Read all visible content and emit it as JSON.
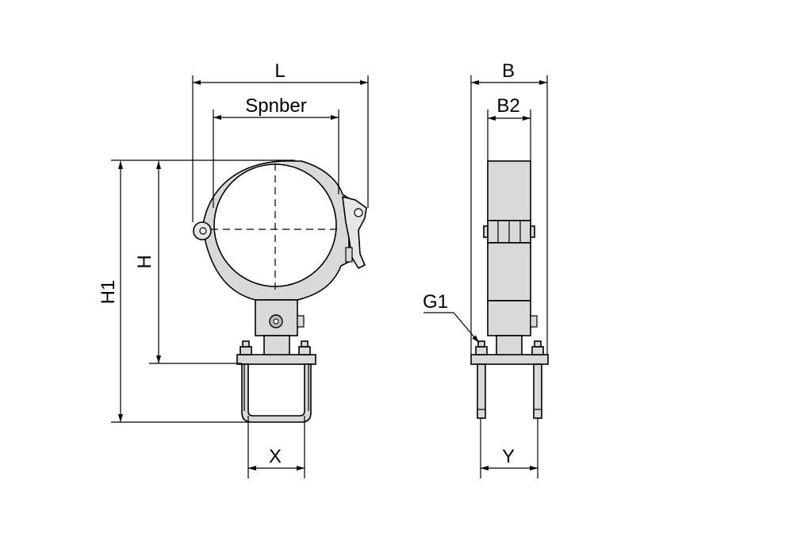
{
  "dimensions": {
    "L": "L",
    "spnber": "Spnber",
    "H1": "H1",
    "H": "H",
    "X": "X",
    "B": "B",
    "B2": "B2",
    "G1": "G1",
    "Y": "Y"
  },
  "colors": {
    "line": "#000000",
    "part_fill": "#d9d9d9",
    "background": "#ffffff"
  }
}
